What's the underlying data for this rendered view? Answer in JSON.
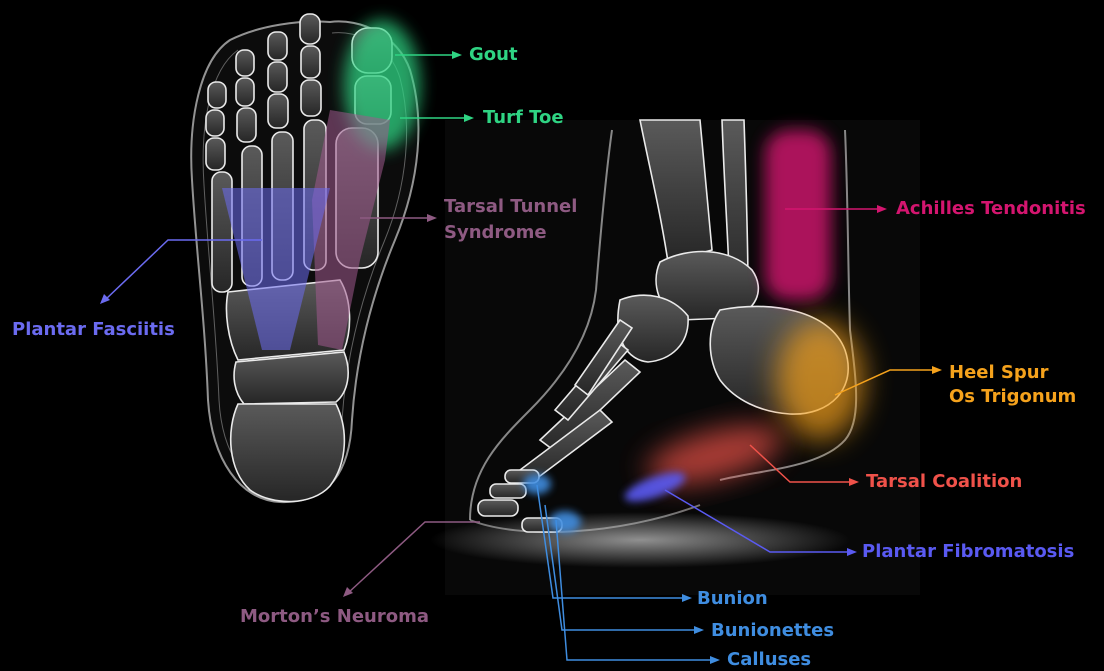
{
  "colors": {
    "background": "#000000",
    "bone": "#e8e8e8",
    "gout": "#2fd483",
    "turf_toe": "#2fd483",
    "tarsal_tunnel": "#8e5a82",
    "plantar_fasciitis": "#6b6bf0",
    "achilles": "#d4156f",
    "heel_spur": "#f5a21c",
    "tarsal_coalition": "#f0524a",
    "plantar_fibromatosis": "#5a5af2",
    "bunion_group": "#3f8de0",
    "mortons_neuroma": "#8e5a82"
  },
  "labels": {
    "gout": "Gout",
    "turf_toe": "Turf Toe",
    "tarsal_tunnel_line1": "Tarsal Tunnel",
    "tarsal_tunnel_line2": "Syndrome",
    "plantar_fasciitis": "Plantar Fasciitis",
    "achilles": "Achilles Tendonitis",
    "heel_spur": "Heel Spur",
    "os_trigonum": "Os Trigonum",
    "tarsal_coalition": "Tarsal Coalition",
    "plantar_fibromatosis": "Plantar Fibromatosis",
    "bunion": "Bunion",
    "bunionettes": "Bunionettes",
    "calluses": "Calluses",
    "mortons_neuroma": "Morton’s Neuroma"
  },
  "icons": [
    "foot-top-view-xray",
    "foot-side-view-xray",
    "arrowhead-marker"
  ]
}
